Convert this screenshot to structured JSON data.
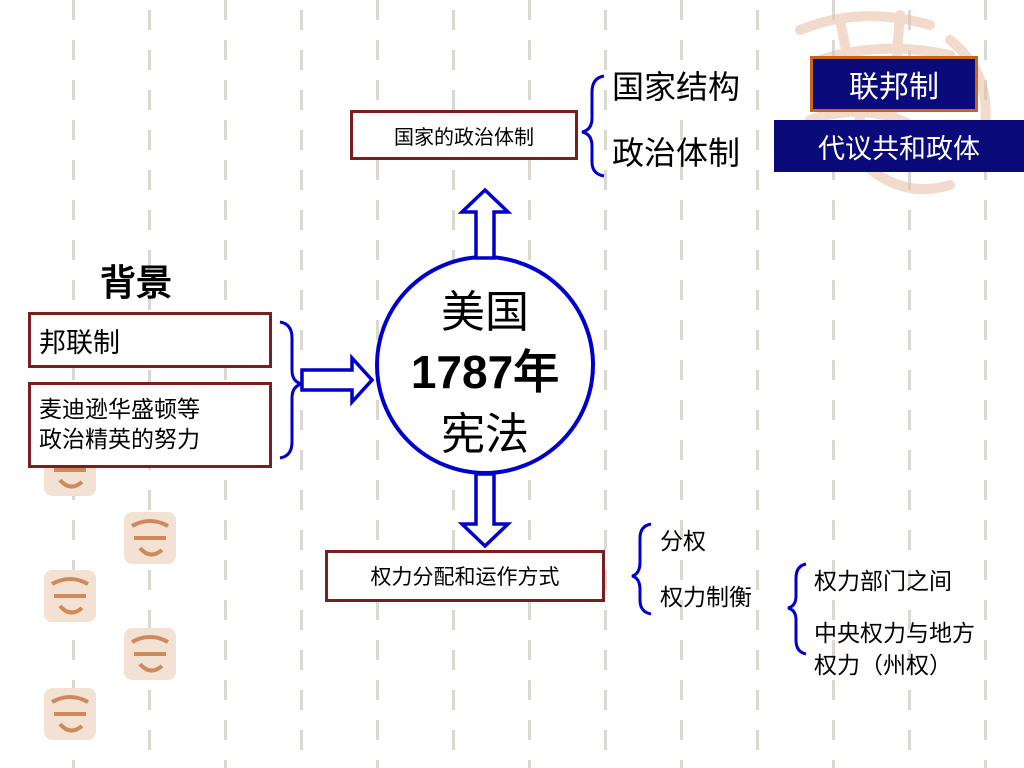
{
  "center": {
    "line1": "美国",
    "line2": "1787年",
    "line3": "宪法"
  },
  "top": {
    "box_label": "国家的政治体制",
    "item1_label": "国家结构",
    "item1_value": "联邦制",
    "item2_label": "政治体制",
    "item2_value": "代议共和政体"
  },
  "left": {
    "heading": "背景",
    "box1": "邦联制",
    "box2_line1": "麦迪逊华盛顿等",
    "box2_line2": "政治精英的努力"
  },
  "bottom": {
    "box_label": "权力分配和运作方式",
    "item1": "分权",
    "item2": "权力制衡",
    "sub1": "权力部门之间",
    "sub2_line1": "中央权力与地方",
    "sub2_line2": "权力（州权）"
  },
  "colors": {
    "box_border": "#7a1f1f",
    "navy_fill": "#0a0a7a",
    "arrow_blue": "#0000cc",
    "decor": "#c9641f"
  }
}
